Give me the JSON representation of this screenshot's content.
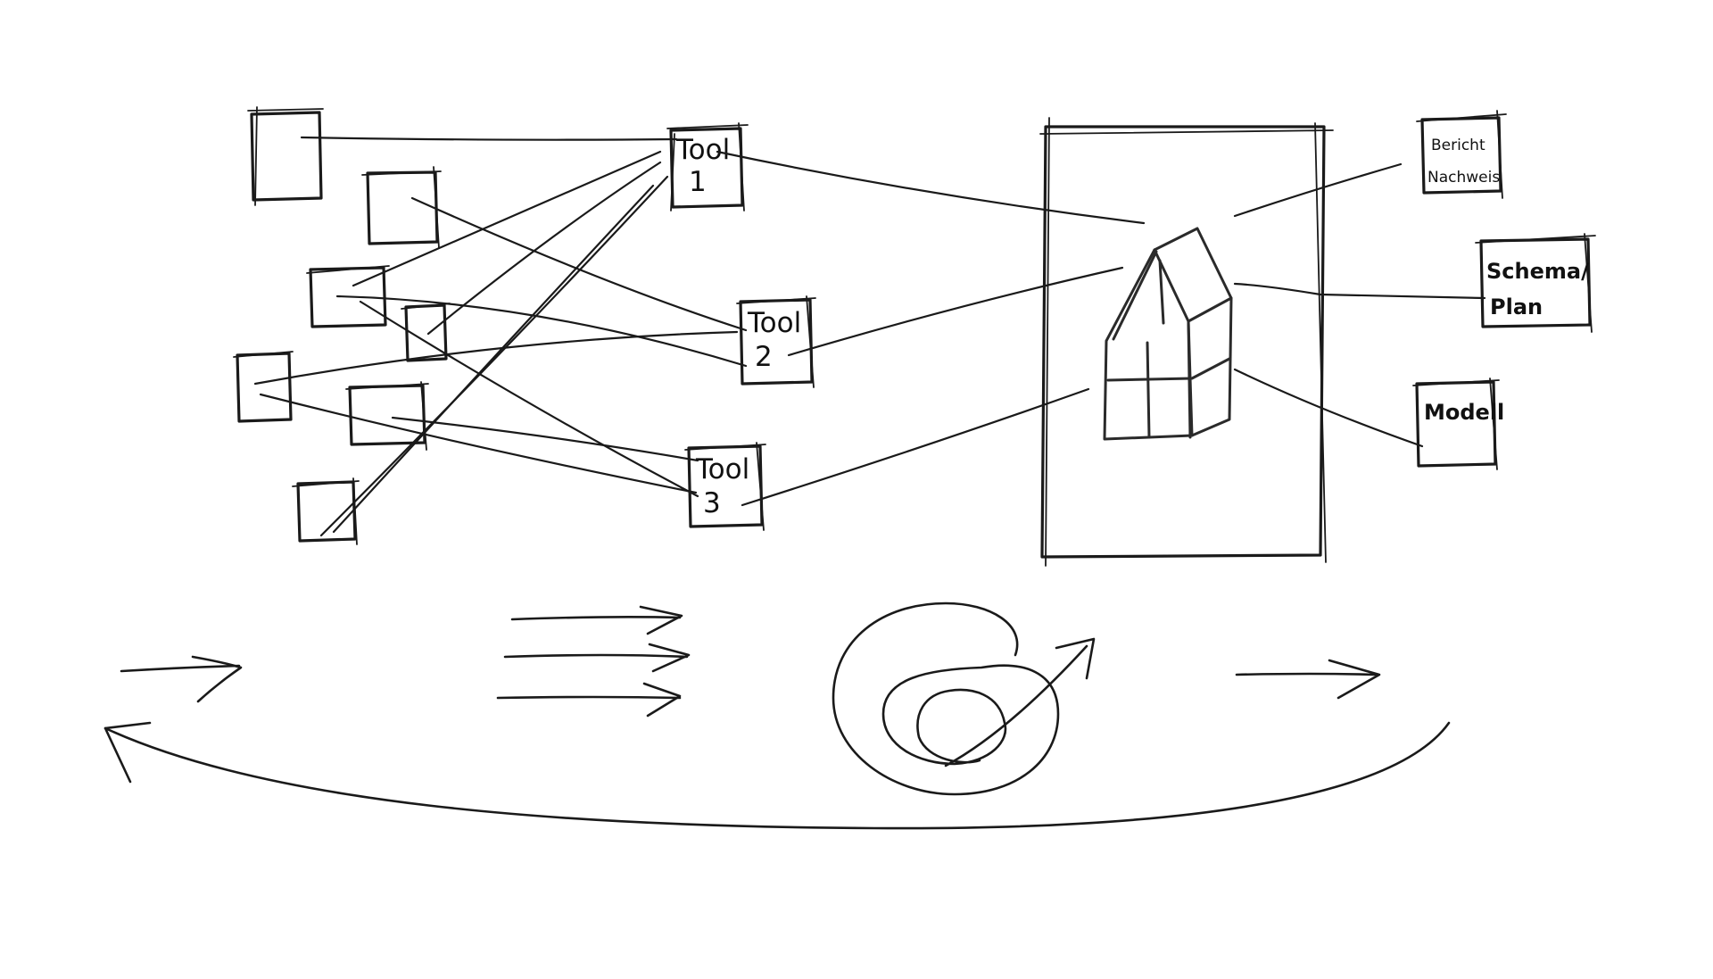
{
  "tools": [
    {
      "id": "tool-1",
      "line1": "Tool",
      "line2": "1"
    },
    {
      "id": "tool-2",
      "line1": "Tool",
      "line2": "2"
    },
    {
      "id": "tool-3",
      "line1": "Tool",
      "line2": "3"
    }
  ],
  "outputs": [
    {
      "id": "bericht",
      "line1": "Bericht",
      "line2": "Nachweis"
    },
    {
      "id": "schema",
      "line1": "Schema/",
      "line2": "Plan"
    },
    {
      "id": "modell",
      "line1": "Modell",
      "line2": ""
    }
  ],
  "colors": {
    "ink": "#1a1a1a",
    "paper": "#ffffff"
  }
}
